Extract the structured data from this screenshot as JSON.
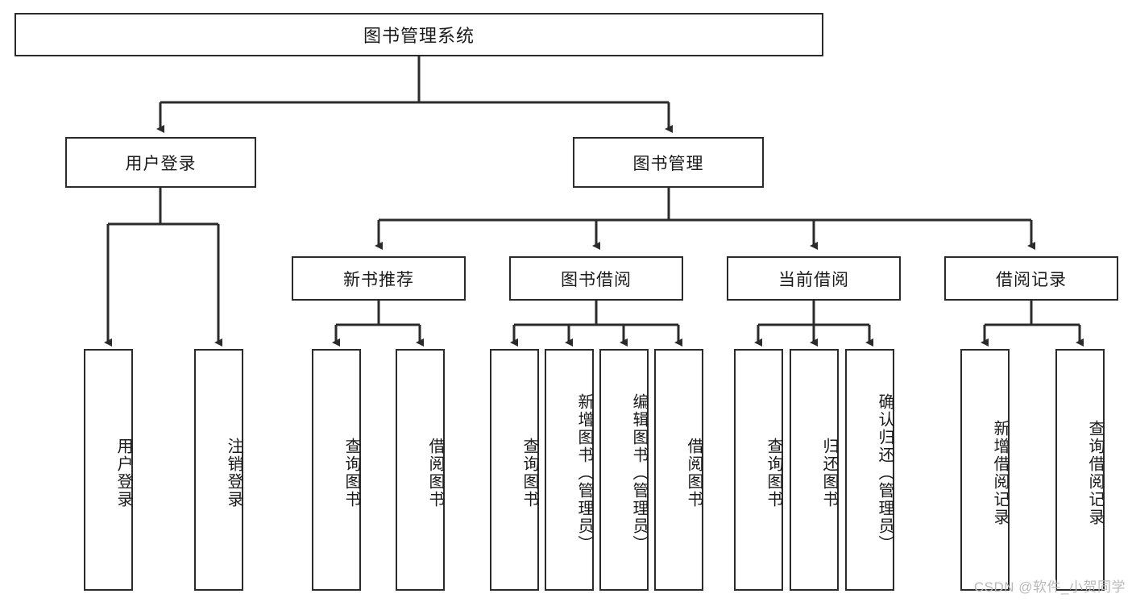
{
  "diagram": {
    "title": "图书管理系统",
    "type": "tree-hierarchy",
    "theme": {
      "box_border": "#2b2b2b",
      "box_fill": "#ffffff",
      "line_color": "#2b2b2b",
      "text_color": "#1a1a1a",
      "background": "#ffffff",
      "watermark_color": "#b9b9b9"
    },
    "root": {
      "label": "图书管理系统"
    },
    "level2": [
      {
        "label": "用户登录"
      },
      {
        "label": "图书管理"
      }
    ],
    "level3": [
      {
        "label": "新书推荐"
      },
      {
        "label": "图书借阅"
      },
      {
        "label": "当前借阅"
      },
      {
        "label": "借阅记录"
      }
    ],
    "leaves": {
      "user_login": [
        {
          "label": "用户登录"
        },
        {
          "label": "注销登录"
        }
      ],
      "new_book_recommend": [
        {
          "label": "查询图书"
        },
        {
          "label": "借阅图书"
        }
      ],
      "book_borrow": [
        {
          "label": "查询图书"
        },
        {
          "label": "新增图书（管理员）"
        },
        {
          "label": "编辑图书（管理员）"
        },
        {
          "label": "借阅图书"
        }
      ],
      "current_borrow": [
        {
          "label": "查询图书"
        },
        {
          "label": "归还图书"
        },
        {
          "label": "确认归还（管理员）"
        }
      ],
      "borrow_record": [
        {
          "label": "新增借阅记录"
        },
        {
          "label": "查询借阅记录"
        }
      ]
    }
  },
  "watermark": {
    "text": "CSDN @软件_小贺同学"
  }
}
